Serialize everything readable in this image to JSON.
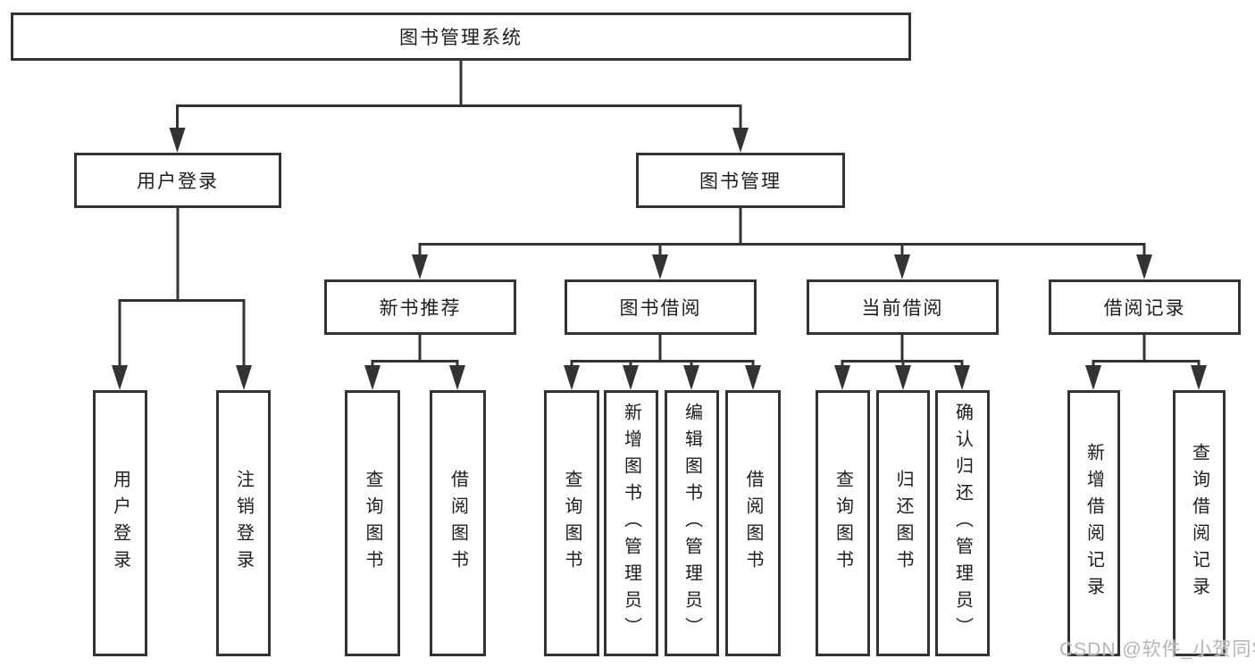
{
  "colors": {
    "line": "#333333",
    "text": "#1d1d1d",
    "box_bg": "#ffffff",
    "page_bg": "#ffffff",
    "watermark": "#b5b5b5"
  },
  "tree": {
    "root": {
      "label": "图书管理系统"
    },
    "level2": [
      {
        "label": "用户登录",
        "leaves": [
          {
            "label": "用户登录"
          },
          {
            "label": "注销登录"
          }
        ]
      },
      {
        "label": "图书管理",
        "groups": [
          {
            "label": "新书推荐",
            "leaves": [
              {
                "label": "查询图书"
              },
              {
                "label": "借阅图书"
              }
            ]
          },
          {
            "label": "图书借阅",
            "leaves": [
              {
                "label": "查询图书"
              },
              {
                "label": "新增图书（管理员）"
              },
              {
                "label": "编辑图书（管理员）"
              },
              {
                "label": "借阅图书"
              }
            ]
          },
          {
            "label": "当前借阅",
            "leaves": [
              {
                "label": "查询图书"
              },
              {
                "label": "归还图书"
              },
              {
                "label": "确认归还（管理员）"
              }
            ]
          },
          {
            "label": "借阅记录",
            "leaves": [
              {
                "label": "新增借阅记录"
              },
              {
                "label": "查询借阅记录"
              }
            ]
          }
        ]
      }
    ]
  },
  "watermark": {
    "text": "CSDN @软件_小贺同学"
  }
}
